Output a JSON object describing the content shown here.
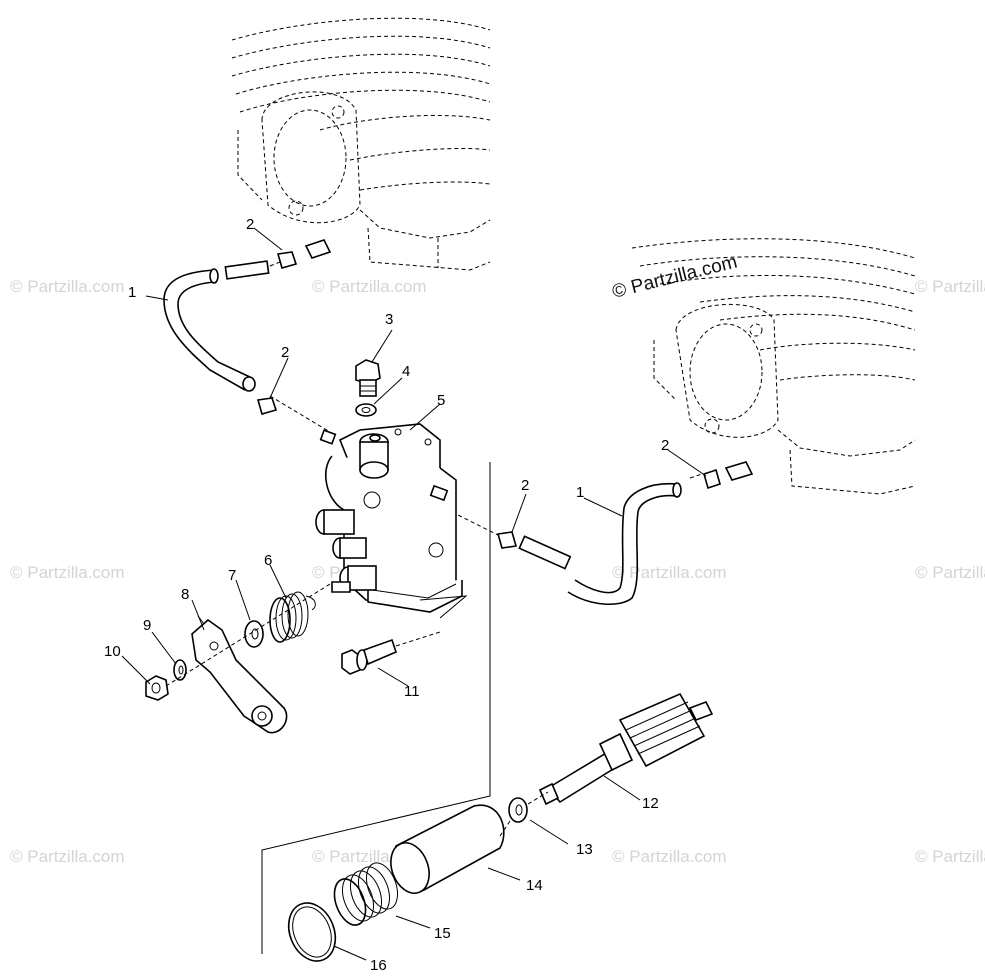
{
  "watermark": {
    "text": "© Partzilla.com",
    "featured_text": "© Partzilla.com"
  },
  "callouts": {
    "c1a": "1",
    "c1b": "1",
    "c2a": "2",
    "c2b": "2",
    "c2c": "2",
    "c2d": "2",
    "c3": "3",
    "c4": "4",
    "c5": "5",
    "c6": "6",
    "c7": "7",
    "c8": "8",
    "c9": "9",
    "c10": "10",
    "c11": "11",
    "c12": "12",
    "c13": "13",
    "c14": "14",
    "c15": "15",
    "c16": "16"
  },
  "colors": {
    "ink": "#000000",
    "watermark": "#d4d4d4",
    "background": "#ffffff"
  }
}
